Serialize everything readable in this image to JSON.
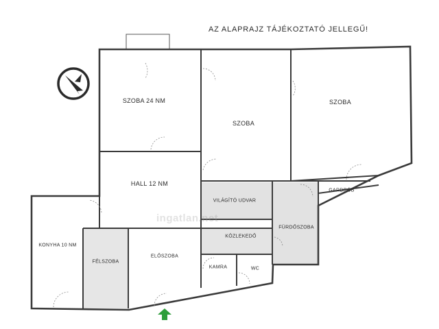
{
  "disclaimer": "AZ ALAPRAJZ TÁJÉKOZTATÓ JELLEGŰ!",
  "watermark": "ingatlan.net",
  "colors": {
    "wall": "#3a3a3a",
    "gray_room": "#e2e2e2",
    "entrance_arrow": "#2e9e3a"
  },
  "compass_icon": "compass-north-arrow-icon",
  "rooms": {
    "szoba24": "SZOBA 24 NM",
    "szoba_mid": "SZOBA",
    "szoba_right": "SZOBA",
    "hall": "HALL 12 NM",
    "vilagito": "VILÁGÍTÓ UDVAR",
    "gardrob": "GARDRÓB",
    "furdoszoba": "FÜRDŐSZOBA",
    "kozlekedo": "KÖZLEKEDŐ",
    "konyha": "KONYHA 10 NM",
    "felszoba": "FÉLSZOBA",
    "eloszoba": "ELŐSZOBA",
    "kamra": "KAMRA",
    "wc": "WC"
  }
}
